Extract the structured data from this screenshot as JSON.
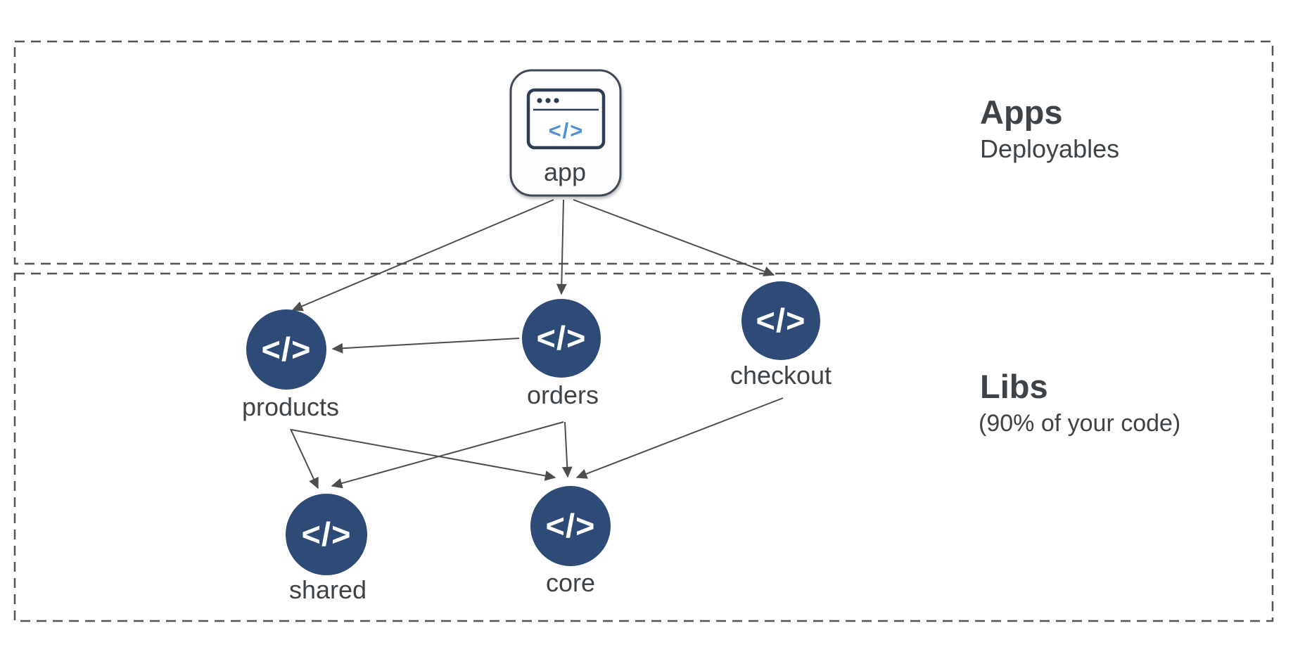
{
  "sections": {
    "apps": {
      "title": "Apps",
      "subtitle": "Deployables"
    },
    "libs": {
      "title": "Libs",
      "subtitle": "(90% of your code)"
    }
  },
  "nodes": {
    "app": {
      "label": "app"
    },
    "products": {
      "label": "products"
    },
    "orders": {
      "label": "orders"
    },
    "checkout": {
      "label": "checkout"
    },
    "shared": {
      "label": "shared"
    },
    "core": {
      "label": "core"
    }
  },
  "icons": {
    "code_glyph": "</>",
    "browser_code_glyph": "</>"
  },
  "edges": [
    {
      "from": "app",
      "to": "products"
    },
    {
      "from": "app",
      "to": "orders"
    },
    {
      "from": "app",
      "to": "checkout"
    },
    {
      "from": "orders",
      "to": "products"
    },
    {
      "from": "products",
      "to": "shared"
    },
    {
      "from": "products",
      "to": "core"
    },
    {
      "from": "orders",
      "to": "shared"
    },
    {
      "from": "orders",
      "to": "core"
    },
    {
      "from": "checkout",
      "to": "core"
    }
  ],
  "colors": {
    "background": "#ffffff",
    "node_fill": "#2d4b76",
    "node_glyph": "#ffffff",
    "edge": "#4d4d4d",
    "section_border": "#555555",
    "text": "#3e4347",
    "app_node_border": "#404a56",
    "browser_icon": "#2e3d52",
    "code_blue": "#4f91d5"
  }
}
